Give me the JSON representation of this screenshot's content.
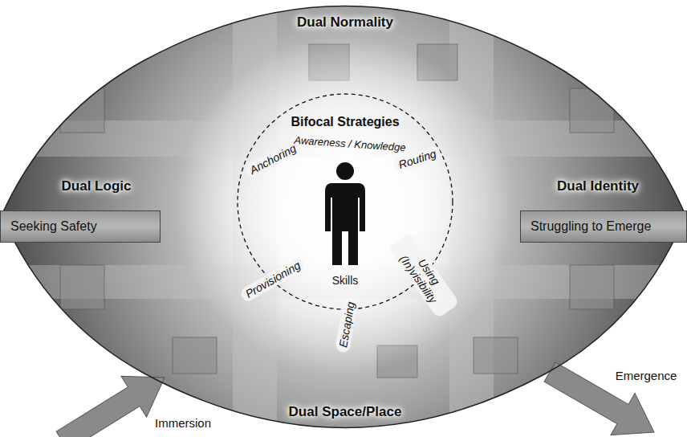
{
  "diagram": {
    "nodes": [
      {
        "text": [
          "Dual Normality",
          "Dual Logic",
          "Dual Identity",
          "Dual Space/Place"
        ]
      },
      {
        "text": [
          "Seeking Safety"
        ]
      },
      {
        "text": [
          "Struggling to Emerge"
        ]
      },
      {
        "text": [
          "Bifocal Strategies",
          "Anchoring",
          "Awareness / Knowledge",
          "Routing",
          "Provisioning",
          "Skills",
          "Using (In)visibility",
          "Escaping"
        ],
        "in": 0
      }
    ],
    "labels": [
      "Immersion",
      "Emergence"
    ]
  }
}
